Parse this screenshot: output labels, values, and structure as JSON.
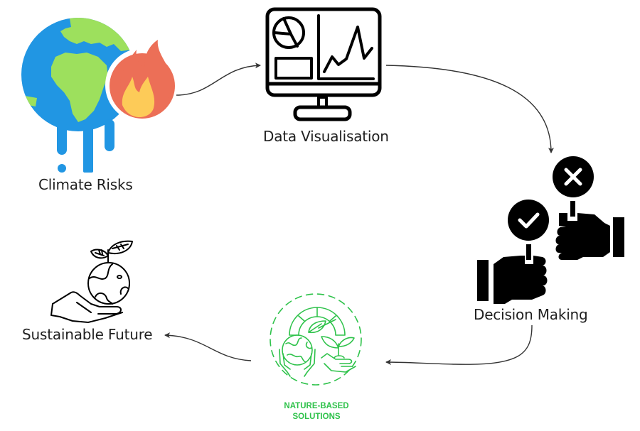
{
  "diagram": {
    "type": "cycle-flow",
    "nodes": [
      {
        "id": "climate-risks",
        "label": "Climate Risks",
        "icon": "melting-globe-fire-icon"
      },
      {
        "id": "data-visualisation",
        "label": "Data Visualisation",
        "icon": "monitor-dashboard-icon"
      },
      {
        "id": "decision-making",
        "label": "Decision Making",
        "icon": "hands-check-cross-icon"
      },
      {
        "id": "nature-based-solutions",
        "label_line1": "NATURE-BASED",
        "label_line2": "SOLUTIONS",
        "icon": "nature-based-solutions-icon"
      },
      {
        "id": "sustainable-future",
        "label": "Sustainable Future",
        "icon": "hand-globe-plant-icon"
      }
    ],
    "edges": [
      {
        "from": "climate-risks",
        "to": "data-visualisation"
      },
      {
        "from": "data-visualisation",
        "to": "decision-making"
      },
      {
        "from": "decision-making",
        "to": "nature-based-solutions"
      },
      {
        "from": "nature-based-solutions",
        "to": "sustainable-future"
      }
    ]
  },
  "colors": {
    "ocean": "#2196e3",
    "land": "#9de05d",
    "flame_outer": "#ec6f57",
    "flame_inner": "#fdcb58",
    "icon_dark": "#000000",
    "nbs_green": "#2ec24a",
    "arrow": "#333333",
    "text": "#1f1f1f"
  }
}
